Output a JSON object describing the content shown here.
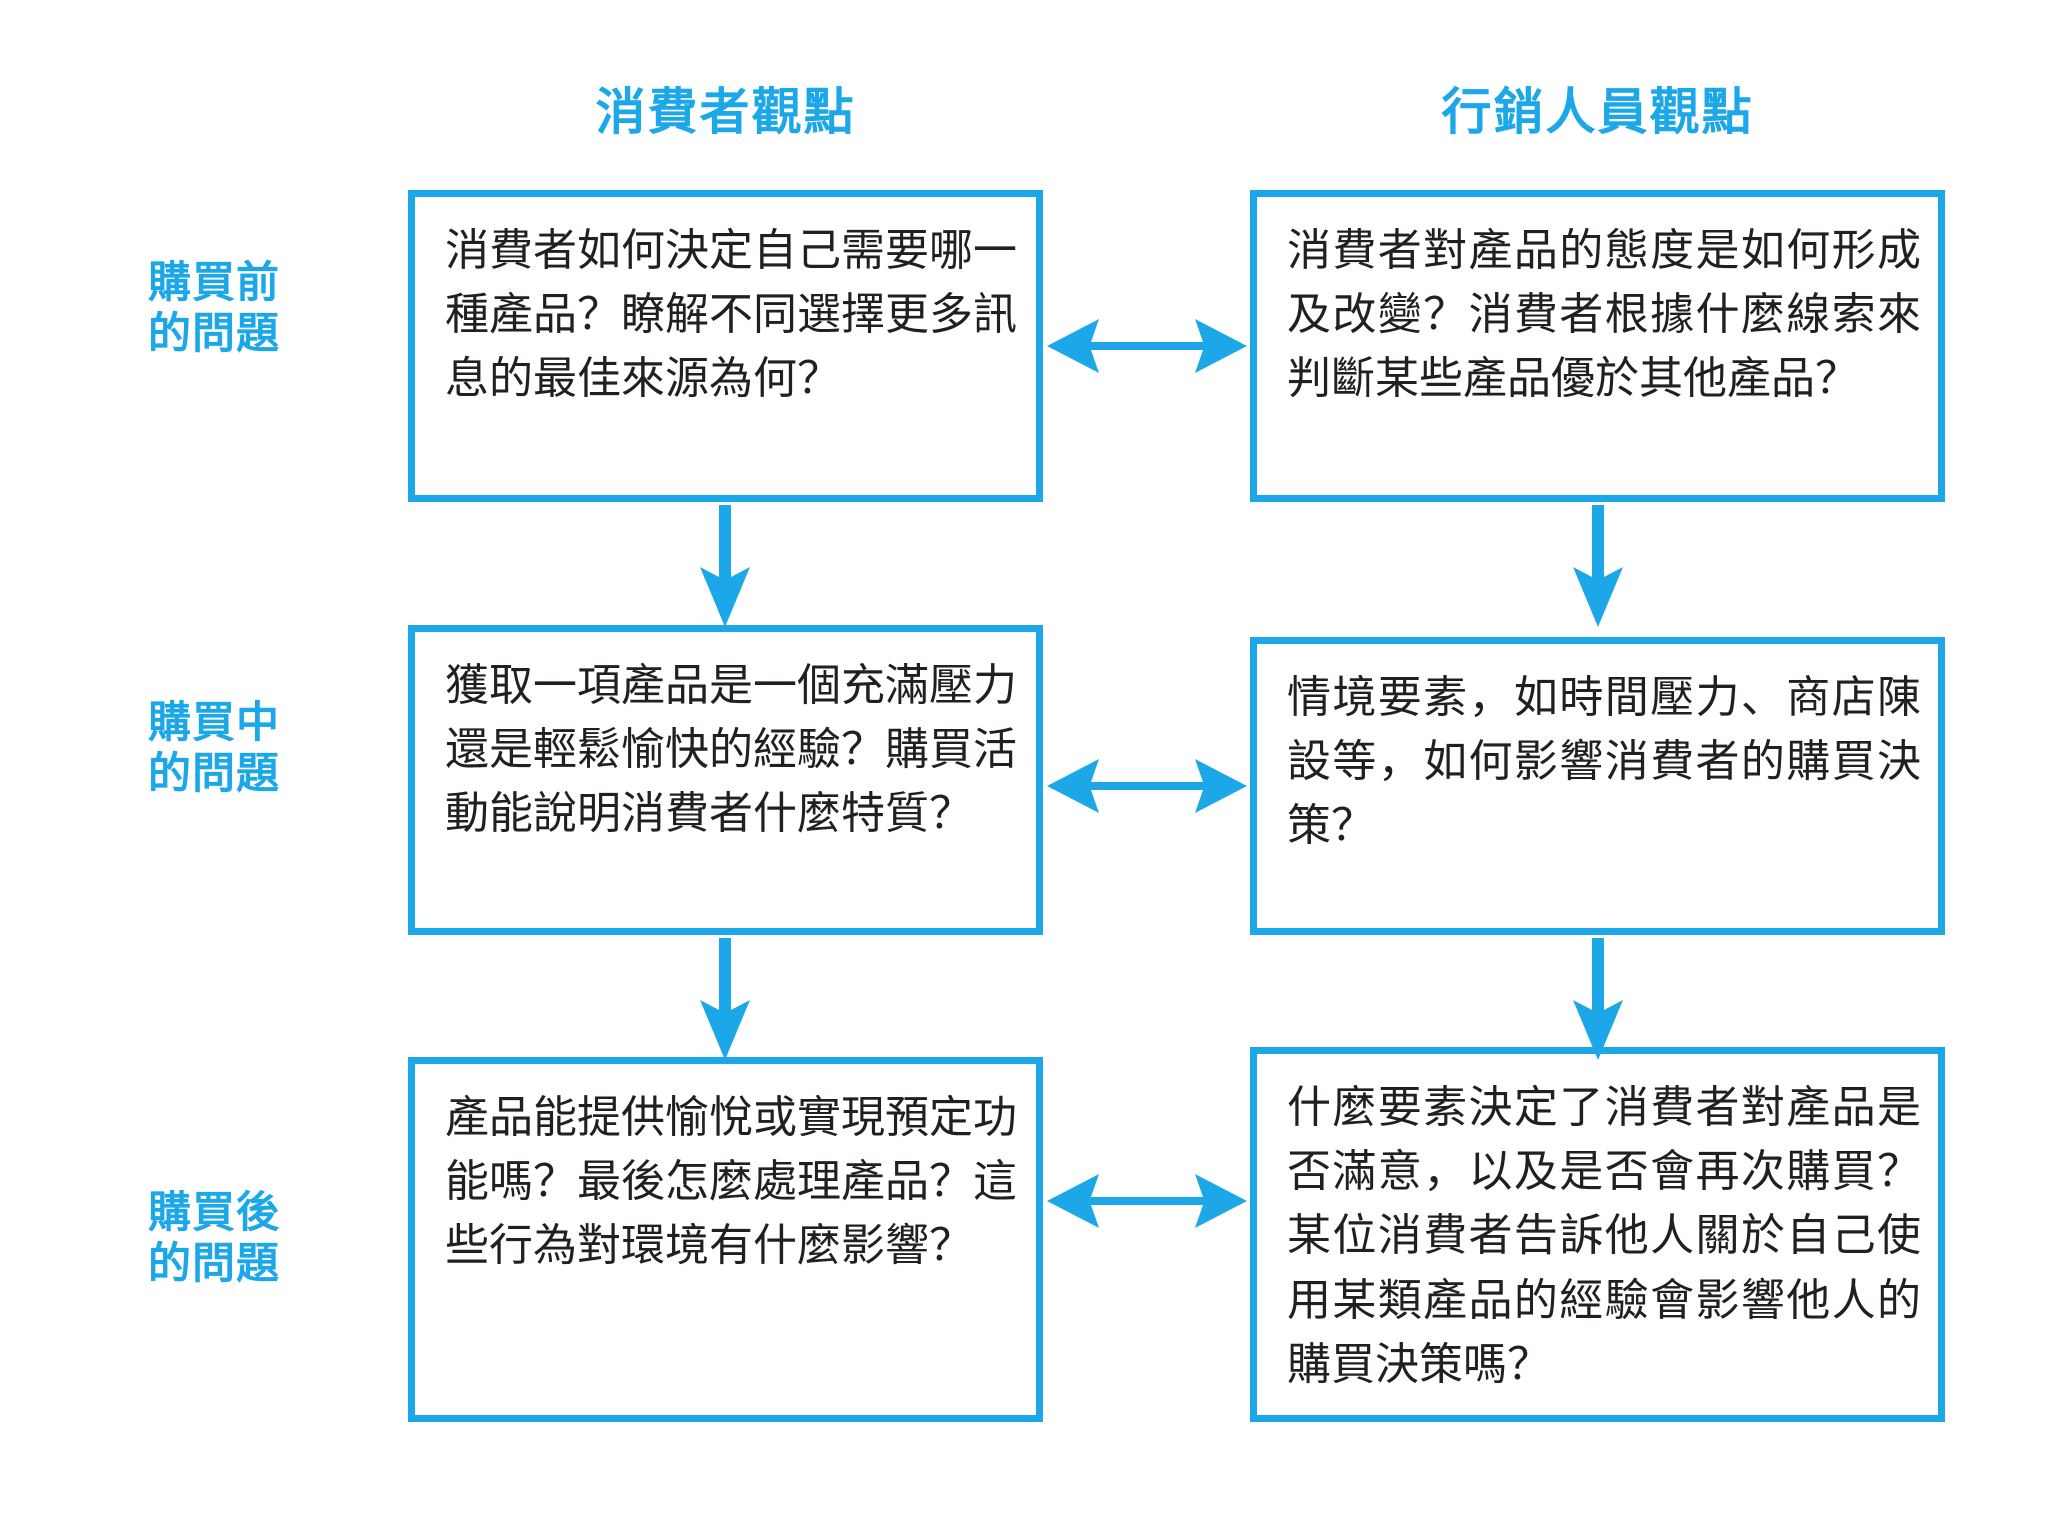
{
  "diagram": {
    "type": "matrix-flow",
    "accent_color": "#1BA7E8",
    "text_color": "#231f20",
    "background": "#ffffff",
    "columns": [
      {
        "id": "consumer",
        "title": "消費者觀點"
      },
      {
        "id": "marketer",
        "title": "行銷人員觀點"
      }
    ],
    "rows": [
      {
        "id": "pre-purchase",
        "label_line1": "購買前",
        "label_line2": "的問題"
      },
      {
        "id": "during-purchase",
        "label_line1": "購買中",
        "label_line2": "的問題"
      },
      {
        "id": "post-purchase",
        "label_line1": "購買後",
        "label_line2": "的問題"
      }
    ],
    "cells": {
      "consumer_pre": "消費者如何決定自己需要哪一種產品？瞭解不同選擇更多訊息的最佳來源為何？",
      "marketer_pre": "消費者對產品的態度是如何形成及改變？消費者根據什麼線索來判斷某些產品優於其他產品？",
      "consumer_during": "獲取一項產品是一個充滿壓力還是輕鬆愉快的經驗？購買活動能說明消費者什麼特質？",
      "marketer_during": "情境要素，如時間壓力、商店陳設等，如何影響消費者的購買決策？",
      "consumer_post": "產品能提供愉悅或實現預定功能嗎？最後怎麼處理產品？這些行為對環境有什麼影響？",
      "marketer_post": "什麼要素決定了消費者對產品是否滿意，以及是否會再次購買？某位消費者告訴他人關於自己使用某類產品的經驗會影響他人的購買決策嗎？"
    },
    "connectors": {
      "horizontal_icon": "double-arrow-horizontal-icon",
      "vertical_icon": "arrow-down-icon",
      "horizontal_count": 3,
      "vertical_count": 4
    }
  }
}
